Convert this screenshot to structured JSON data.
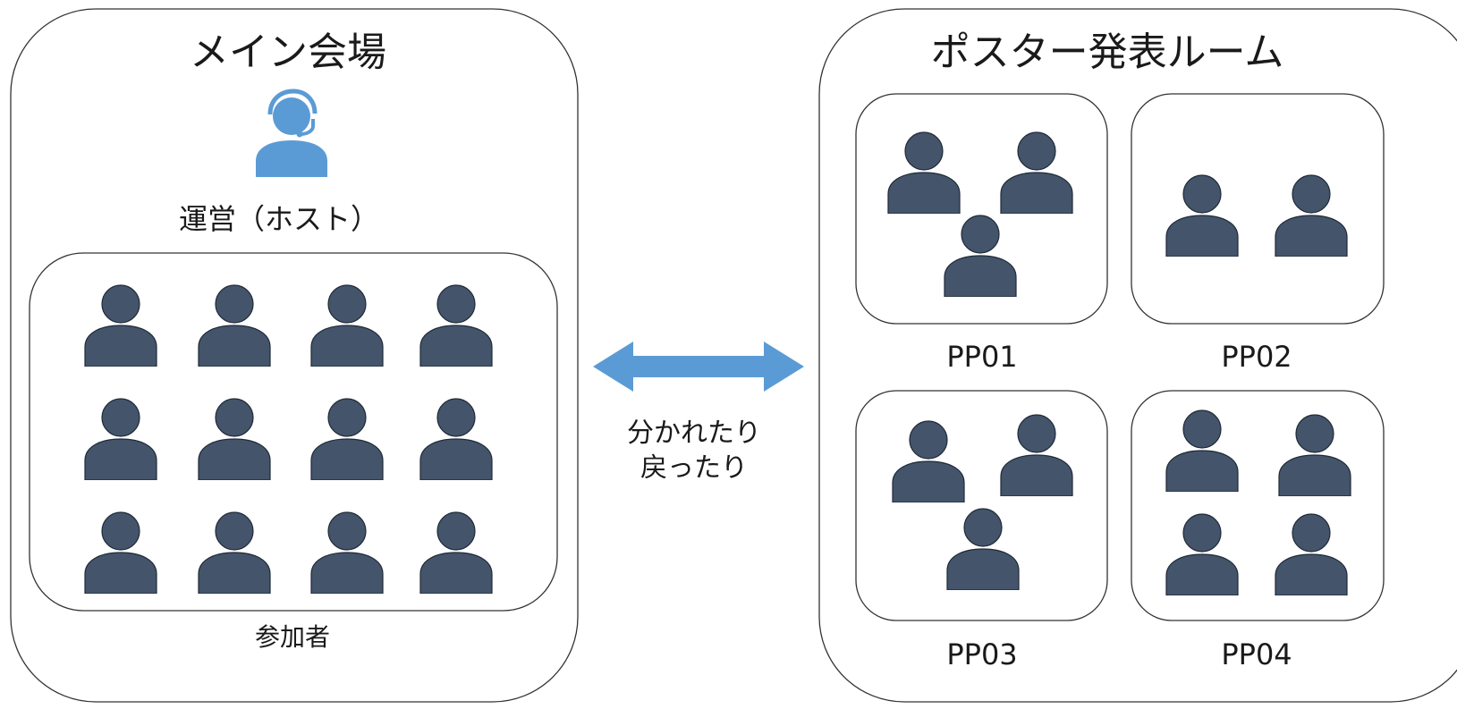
{
  "main_hall": {
    "title": "メイン会場",
    "host_label": "運営（ホスト）",
    "participants_label": "参加者",
    "participant_count": 12
  },
  "connector": {
    "label_line1": "分かれたり",
    "label_line2": "戻ったり"
  },
  "poster_area": {
    "title": "ポスター発表ルーム",
    "rooms": [
      {
        "label": "PP01",
        "people": 3
      },
      {
        "label": "PP02",
        "people": 2
      },
      {
        "label": "PP03",
        "people": 3
      },
      {
        "label": "PP04",
        "people": 4
      }
    ]
  },
  "colors": {
    "person": "#44546a",
    "host": "#5b9bd5",
    "arrow": "#5b9bd5",
    "frame": "#333333"
  },
  "icons": {
    "person": "person-icon",
    "host": "headset-person-icon"
  }
}
